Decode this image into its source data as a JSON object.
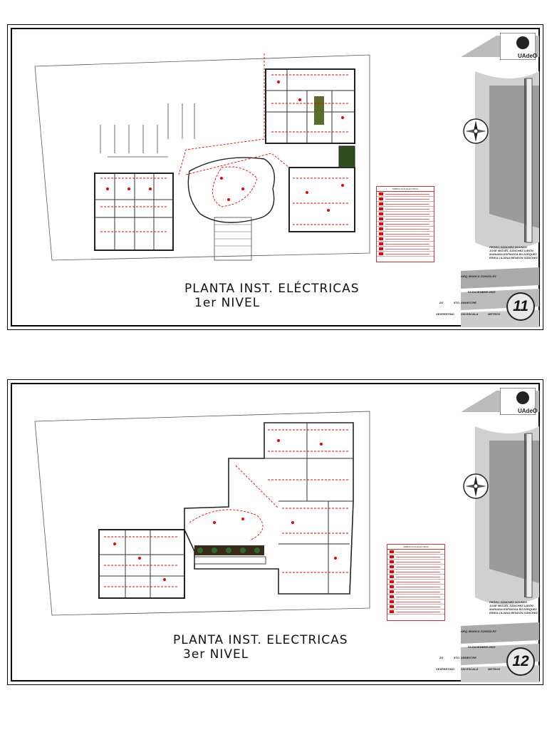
{
  "sheets": [
    {
      "title_line1": "PLANTA INST. ELÉCTRICAS",
      "title_line2": "1er NIVEL",
      "sheet_number": "11",
      "legend_header": "SIMBOLOGÍA ELÉCTRICA"
    },
    {
      "title_line1": "PLANTA INST. ELECTRICAS",
      "title_line2": "3er NIVEL",
      "sheet_number": "12",
      "legend_header": "SIMBOLOGÍA ELÉCTRICA"
    }
  ],
  "title_block": {
    "logo": "UAdeO",
    "authors": [
      "PEDRO SÁNCHEZ NOUNZA",
      "JOSE MIGUEL SÁNCHEZ LIMÓN",
      "MARIANA ESPINOSA BOJORQUEZ",
      "ERIKA LILIANA RENDÓN SÁNCHEZ"
    ],
    "advisor": "ARQ. BIANCA GONZÁLEZ",
    "date": "03-DICIEMBRE-2022",
    "group": "2G",
    "semester": "5TO. SEMESTRE",
    "shift": "VESPERTINO",
    "scale": "SIN ESCALA",
    "units": "METROS"
  },
  "colors": {
    "accent": "#e00000",
    "line": "#222222",
    "grey": "#8c8c8c"
  },
  "icons": [
    "compass-rose-icon",
    "university-logo-icon"
  ]
}
